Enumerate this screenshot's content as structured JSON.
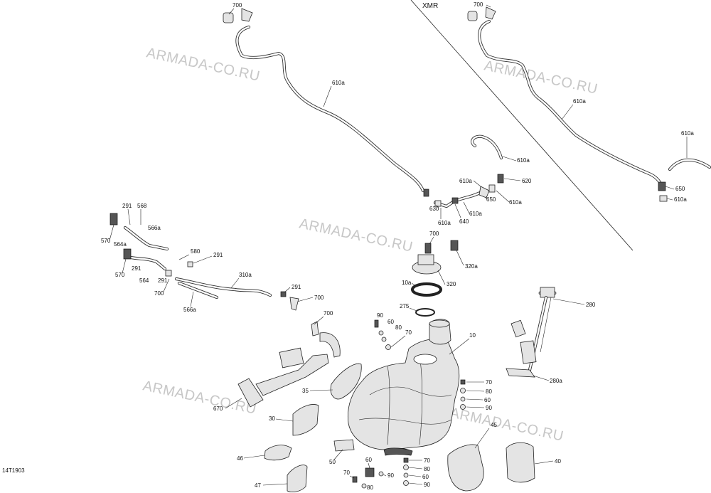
{
  "section_label": "XMR",
  "drawing_code": "14T1903",
  "watermark": "ARMADA-CO.RU",
  "callouts": {
    "c700_top_left": "700",
    "c700_top_right": "700",
    "c610a_left": "610a",
    "c610a_right": "610a",
    "c610a_far_right": "610a",
    "c610a_loop": "610a",
    "c610a_mid1": "610a",
    "c610a_mid2": "610a",
    "c610a_mid3": "610a",
    "c610a_mid4": "610a",
    "c610a_right_low": "610a",
    "c620": "620",
    "c650_mid": "650",
    "c650_right": "650",
    "c630": "630",
    "c640": "640",
    "c291_a": "291",
    "c568": "568",
    "c566a_top": "566a",
    "c570_a": "570",
    "c564a": "564a",
    "c570_b": "570",
    "c291_b": "291",
    "c564": "564",
    "c291_c": "291",
    "c700_left": "700",
    "c580": "580",
    "c291_d": "291",
    "c310a": "310a",
    "c566a_bottom": "566a",
    "c291_e": "291",
    "c700_mid": "700",
    "c700_pump": "700",
    "c320a": "320a",
    "c10a": "10a",
    "c320": "320",
    "c275": "275",
    "c90_a": "90",
    "c60_a": "60",
    "c80_a": "80",
    "c70_a": "70",
    "c10": "10",
    "c700_bracket": "700",
    "c280": "280",
    "c280a": "280a",
    "c70_b": "70",
    "c80_b": "80",
    "c60_b": "60",
    "c90_b": "90",
    "c35": "35",
    "c670": "670",
    "c30": "30",
    "c45": "45",
    "c40": "40",
    "c46": "46",
    "c50": "50",
    "c60_c": "60",
    "c70_c": "70",
    "c80_c": "80",
    "c90_c": "90",
    "c70_d": "70",
    "c80_d": "80",
    "c60_d": "60",
    "c90_d": "90",
    "c47": "47"
  }
}
